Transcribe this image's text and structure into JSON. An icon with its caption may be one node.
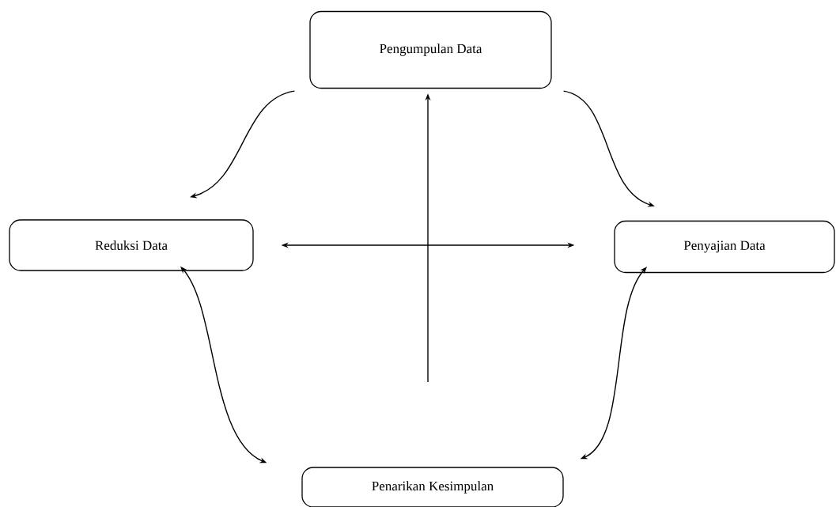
{
  "diagram": {
    "nodes": [
      {
        "text": [
          "Pengumpulan Data"
        ]
      },
      {
        "text": [
          "Reduksi Data"
        ]
      },
      {
        "text": [
          "Penyajian Data"
        ]
      },
      {
        "text": [
          "Penarikan Kesimpulan"
        ]
      }
    ],
    "edges": [
      {
        "from": 0,
        "to": 1,
        "arrow": "to"
      },
      {
        "from": 0,
        "to": 2,
        "arrow": "to"
      },
      {
        "from": 1,
        "to": 2,
        "arrow": "both"
      },
      {
        "from": null,
        "to": 0,
        "arrow": "to"
      },
      {
        "from": 1,
        "to": 3,
        "arrow": "both"
      },
      {
        "from": 2,
        "to": 3,
        "arrow": "both"
      }
    ]
  }
}
